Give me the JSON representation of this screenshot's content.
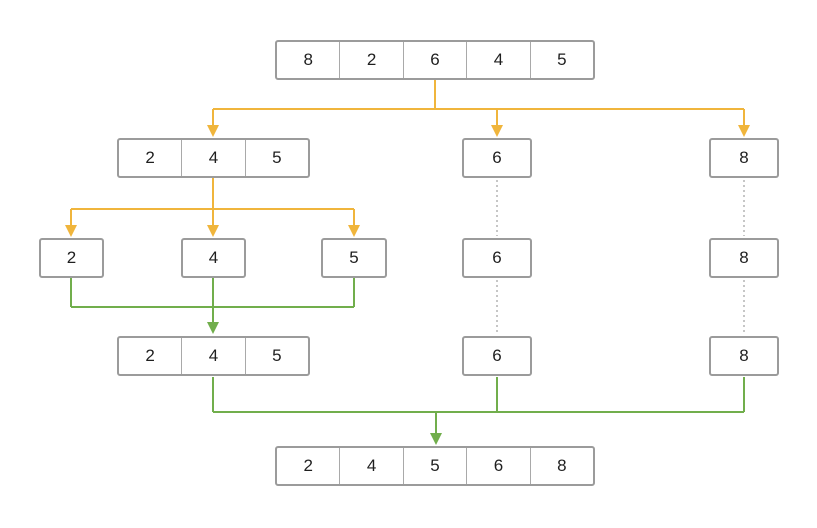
{
  "colors": {
    "background": "#FFFFFF",
    "split_arrow": "#F0B53C",
    "merge_arrow": "#71AE4C",
    "box_border": "#9B9B9B",
    "cell_divider": "#A9A9A9",
    "trace_dotted": "#C6C6C6",
    "value_text": "#1F1F1F"
  },
  "nodes": {
    "root": {
      "values": [
        "8",
        "2",
        "6",
        "4",
        "5"
      ]
    },
    "level1_left": {
      "values": [
        "2",
        "4",
        "5"
      ]
    },
    "level1_mid": {
      "values": [
        "6"
      ]
    },
    "level1_right": {
      "values": [
        "8"
      ]
    },
    "level2_a": {
      "values": [
        "2"
      ]
    },
    "level2_b": {
      "values": [
        "4"
      ]
    },
    "level2_c": {
      "values": [
        "5"
      ]
    },
    "level2_mid": {
      "values": [
        "6"
      ]
    },
    "level2_right": {
      "values": [
        "8"
      ]
    },
    "level3_left": {
      "values": [
        "2",
        "4",
        "5"
      ]
    },
    "level3_mid": {
      "values": [
        "6"
      ]
    },
    "level3_right": {
      "values": [
        "8"
      ]
    },
    "result": {
      "values": [
        "2",
        "4",
        "5",
        "6",
        "8"
      ]
    }
  }
}
